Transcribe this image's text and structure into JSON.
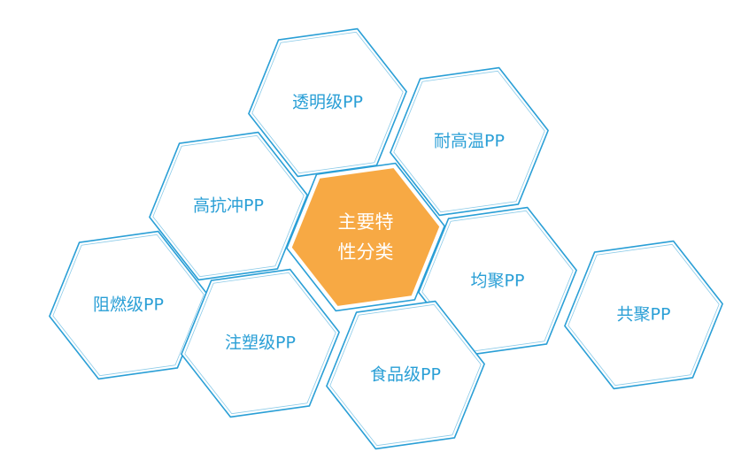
{
  "diagram": {
    "colors": {
      "outline": "#2a9fd6",
      "label": "#2a9fd6",
      "center_fill": "#f7a944",
      "center_outline": "#2a9fd6",
      "center_label": "#ffffff"
    },
    "center": {
      "lines": [
        "主要特",
        "性分类"
      ]
    },
    "categories": [
      {
        "key": "transparent",
        "label": "透明级PP"
      },
      {
        "key": "high_temp",
        "label": "耐高温PP"
      },
      {
        "key": "high_impact",
        "label": "高抗冲PP"
      },
      {
        "key": "homopolymer",
        "label": "均聚PP"
      },
      {
        "key": "flame_retardant",
        "label": "阻燃级PP"
      },
      {
        "key": "injection",
        "label": "注塑级PP"
      },
      {
        "key": "food_grade",
        "label": "食品级PP"
      },
      {
        "key": "copolymer",
        "label": "共聚PP"
      }
    ]
  }
}
